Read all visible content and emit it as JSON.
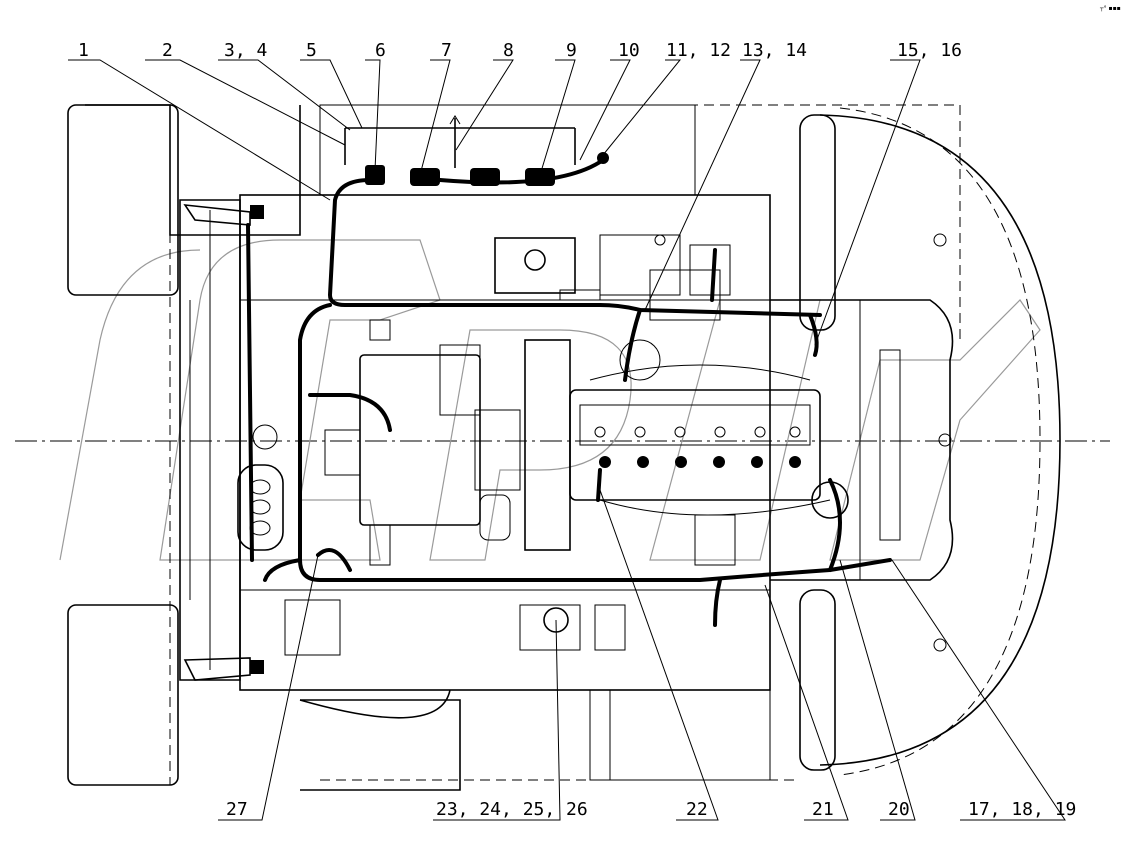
{
  "corner_mark": "┬° ▪▪▪",
  "callouts_top": [
    {
      "id": "c1",
      "label": "1"
    },
    {
      "id": "c2",
      "label": "2"
    },
    {
      "id": "c3",
      "label": "3, 4"
    },
    {
      "id": "c5",
      "label": "5"
    },
    {
      "id": "c6",
      "label": "6"
    },
    {
      "id": "c7",
      "label": "7"
    },
    {
      "id": "c8",
      "label": "8"
    },
    {
      "id": "c9",
      "label": "9"
    },
    {
      "id": "c10",
      "label": "10"
    },
    {
      "id": "c11",
      "label": "11, 12"
    },
    {
      "id": "c13",
      "label": "13, 14"
    },
    {
      "id": "c15",
      "label": "15, 16"
    }
  ],
  "callouts_bottom": [
    {
      "id": "c27",
      "label": "27"
    },
    {
      "id": "c23",
      "label": "23, 24, 25, 26"
    },
    {
      "id": "c22",
      "label": "22"
    },
    {
      "id": "c21",
      "label": "21"
    },
    {
      "id": "c20",
      "label": "20"
    },
    {
      "id": "c17",
      "label": "17, 18, 19"
    }
  ]
}
